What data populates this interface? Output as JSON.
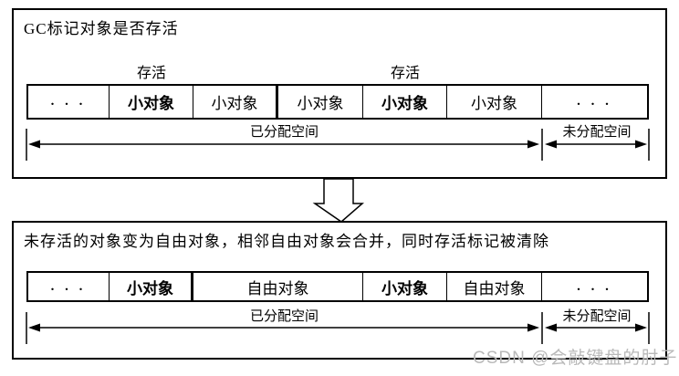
{
  "top_panel": {
    "title": "GC标记对象是否存活",
    "alive_label_left": "存活",
    "alive_label_right": "存活",
    "cells": [
      {
        "label": ". . ."
      },
      {
        "label": "小对象"
      },
      {
        "label": "小对象"
      },
      {
        "label": "小对象"
      },
      {
        "label": "小对象"
      },
      {
        "label": "小对象"
      },
      {
        "label": ". . ."
      }
    ],
    "allocated_label": "已分配空间",
    "unallocated_label": "未分配空间"
  },
  "bottom_panel": {
    "title": "未存活的对象变为自由对象，相邻自由对象会合并，同时存活标记被清除",
    "cells": [
      {
        "label": ". . ."
      },
      {
        "label": "小对象"
      },
      {
        "label": "自由对象"
      },
      {
        "label": "小对象"
      },
      {
        "label": "自由对象"
      },
      {
        "label": ". . ."
      }
    ],
    "allocated_label": "已分配空间",
    "unallocated_label": "未分配空间"
  },
  "watermark": "CSDN @会敲键盘的肘子",
  "colors": {
    "line": "#000000",
    "watermark": "#b9b9b9",
    "background": "#ffffff"
  }
}
